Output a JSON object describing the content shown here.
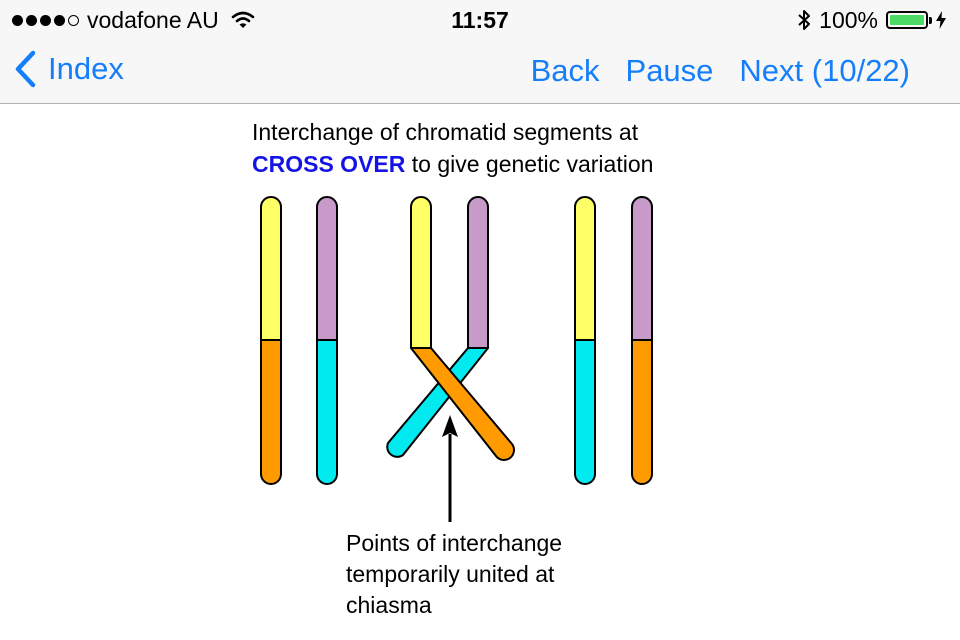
{
  "status_bar": {
    "carrier": "vodafone AU",
    "time": "11:57",
    "battery": "100%",
    "signal_bars": 4,
    "icons": [
      "signal-icon",
      "wifi-icon",
      "bluetooth-icon",
      "battery-icon",
      "charging-bolt-icon"
    ]
  },
  "nav": {
    "back_label": "Index",
    "back_icon": "chevron-left-icon",
    "back_button": "Back",
    "pause_button": "Pause",
    "next_button": "Next (10/22)"
  },
  "slide": {
    "caption_line1": "Interchange of chromatid segments at",
    "caption_emphasis": "CROSS OVER",
    "caption_rest": " to give genetic variation",
    "label_line1": "Points of interchange",
    "label_line2": "temporarily united at",
    "label_line3": "chiasma"
  },
  "colors": {
    "accent": "#157efb",
    "emphasis": "#1414e6",
    "yellow": "#ffff66",
    "purple": "#c79ac9",
    "orange": "#ff9a00",
    "cyan": "#00eaf0",
    "battery": "#4cd964"
  }
}
